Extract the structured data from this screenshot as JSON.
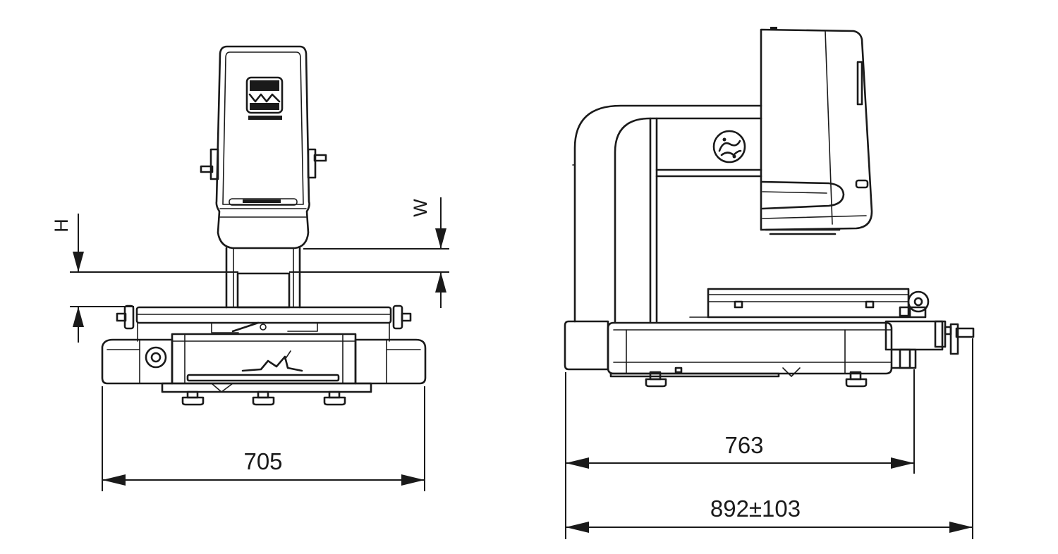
{
  "dimensions": {
    "front_width": "705",
    "side_depth": "763",
    "side_overall": "892±103",
    "height_letter": "H",
    "width_letter": "W"
  }
}
